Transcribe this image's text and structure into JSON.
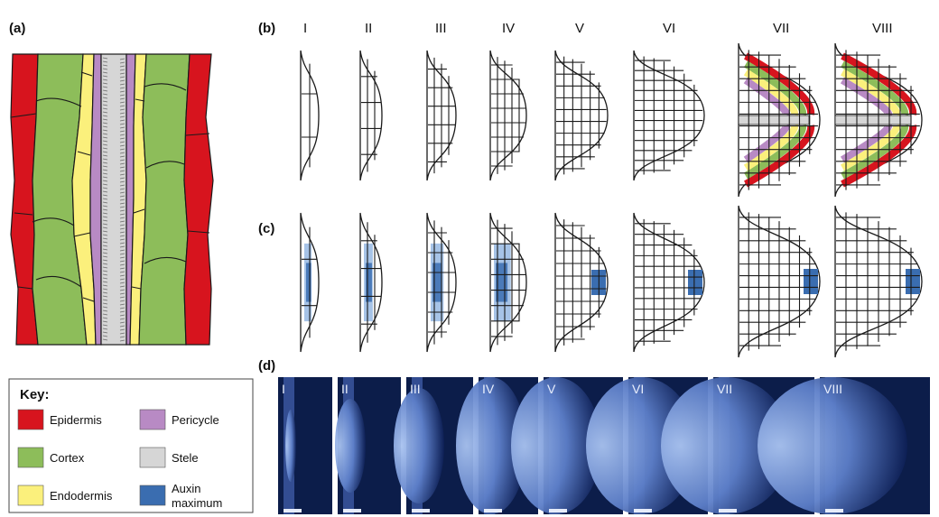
{
  "panels": {
    "a": "(a)",
    "b": "(b)",
    "c": "(c)",
    "d": "(d)"
  },
  "stages": [
    "I",
    "II",
    "III",
    "IV",
    "V",
    "VI",
    "VII",
    "VIII"
  ],
  "key": {
    "title": "Key:",
    "items": [
      {
        "label": "Epidermis",
        "color": "#d7141e"
      },
      {
        "label": "Cortex",
        "color": "#8dbd5a"
      },
      {
        "label": "Endodermis",
        "color": "#fbf07c"
      },
      {
        "label": "Pericycle",
        "color": "#b88ac4"
      },
      {
        "label": "Stele",
        "color": "#d6d6d6"
      },
      {
        "label": "Auxin",
        "label2": "maximum",
        "color": "#3a6db0"
      }
    ]
  },
  "colors": {
    "epidermis": "#d7141e",
    "cortex": "#8dbd5a",
    "endodermis": "#fbf07c",
    "pericycle": "#b88ac4",
    "stele": "#d6d6d6",
    "auxin_light": "#9cbde4",
    "auxin_dark": "#3a6db0",
    "photo_bg": "#0c1d4a"
  }
}
